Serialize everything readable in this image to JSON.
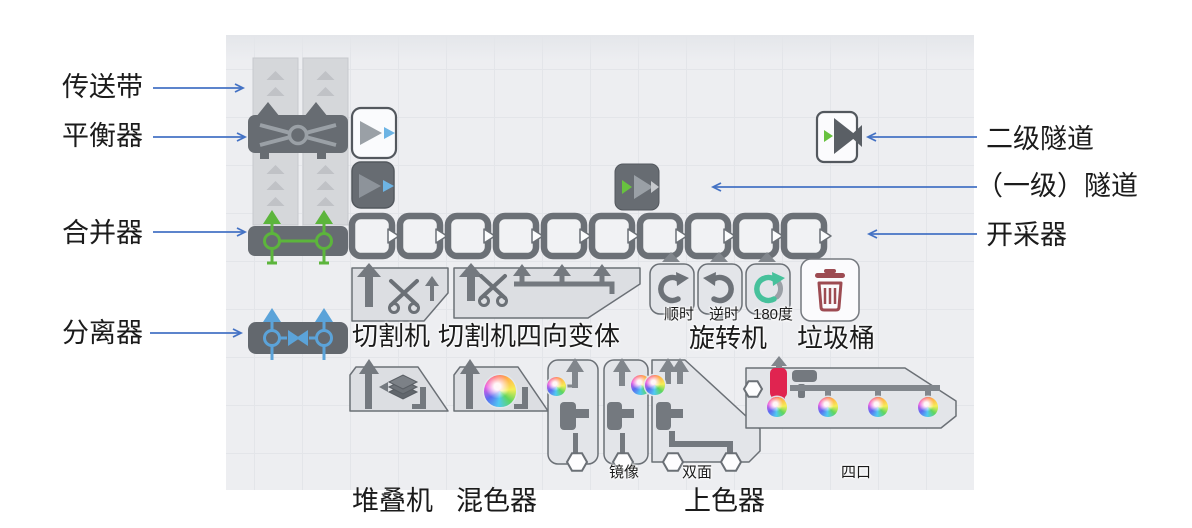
{
  "annotations": {
    "left": [
      "传送带",
      "平衡器",
      "合并器",
      "分离器"
    ],
    "right": [
      "二级隧道",
      "（一级）隧道",
      "开采器"
    ],
    "bottom": [
      "堆叠机",
      "混色器",
      "上色器"
    ]
  },
  "game_labels": {
    "cutter": "切割机",
    "cutter_quad": "切割机四向变体",
    "rotator_cw": "顺时",
    "rotator_ccw": "逆时",
    "rotator_180": "180度",
    "rotator": "旋转机",
    "trash": "垃圾桶",
    "painter_mirror": "镜像",
    "painter_double": "双面",
    "painter_quad": "四口"
  },
  "buildings": [
    "conveyor-belt",
    "balancer",
    "merger",
    "splitter",
    "tunnel-tier2",
    "tunnel-tier1",
    "extractor",
    "cutter",
    "cutter-quad",
    "rotator-cw",
    "rotator-ccw",
    "rotator-180",
    "trash",
    "stacker",
    "color-mixer",
    "painter",
    "painter-mirror",
    "painter-double",
    "painter-quad"
  ],
  "extractor_count": 10,
  "colors": {
    "annotation_arrow": "#4472c4",
    "building_dark": "#676c72",
    "tile_light": "#e3e5e9",
    "merger_green": "#5cb53c",
    "splitter_blue": "#5ba3d9",
    "tunnel_green": "#68c23f",
    "tunnel_blue": "#6db4e4",
    "rotator_teal": "#46c19b",
    "trash_red": "#9d4b52",
    "painter_red": "#e02450",
    "grid_bg": "#edeef1"
  }
}
